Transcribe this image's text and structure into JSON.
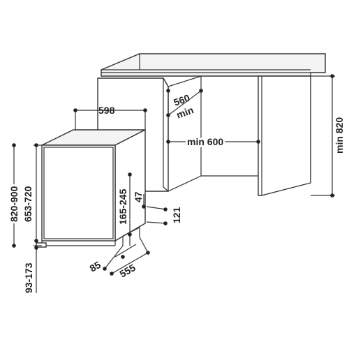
{
  "diagram": {
    "colors": {
      "line": "#333333",
      "text": "#222222",
      "background": "#ffffff"
    },
    "labels": {
      "appliance_width": "598",
      "niche_depth_value": "560",
      "niche_depth_min": "min",
      "niche_width": "min 600",
      "niche_height": "min 820",
      "total_height": "820-900",
      "body_height": "653-720",
      "foot_height": "93-173",
      "plinth_height": "165-245",
      "plinth_offset": "47",
      "plinth_depth": "121",
      "foot_setback": "85",
      "overall_depth": "555"
    }
  }
}
